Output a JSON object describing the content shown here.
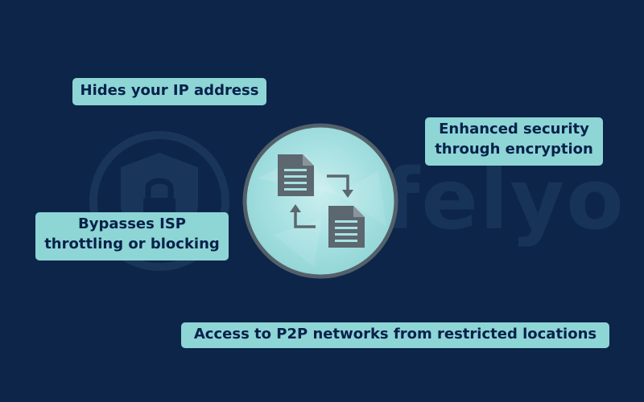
{
  "watermark": {
    "text": "safelyo",
    "shield_icon": "shield-lock-icon"
  },
  "hub": {
    "icons": [
      "document-icon",
      "arrow-right-down-icon",
      "arrow-left-up-icon",
      "document-icon"
    ],
    "colors": {
      "ring": "#53606a",
      "fill": "#a8e2e2",
      "icon": "#5c6770"
    }
  },
  "labels": {
    "hides_ip": "Hides your IP address",
    "security_line1": "Enhanced security",
    "security_line2": "through encryption",
    "isp_line1": "Bypasses ISP",
    "isp_line2": "throttling or blocking",
    "p2p": "Access to P2P networks from restricted locations"
  },
  "colors": {
    "background": "#0c2549",
    "label_bg": "#8ed5d6",
    "label_text": "#07214a"
  }
}
